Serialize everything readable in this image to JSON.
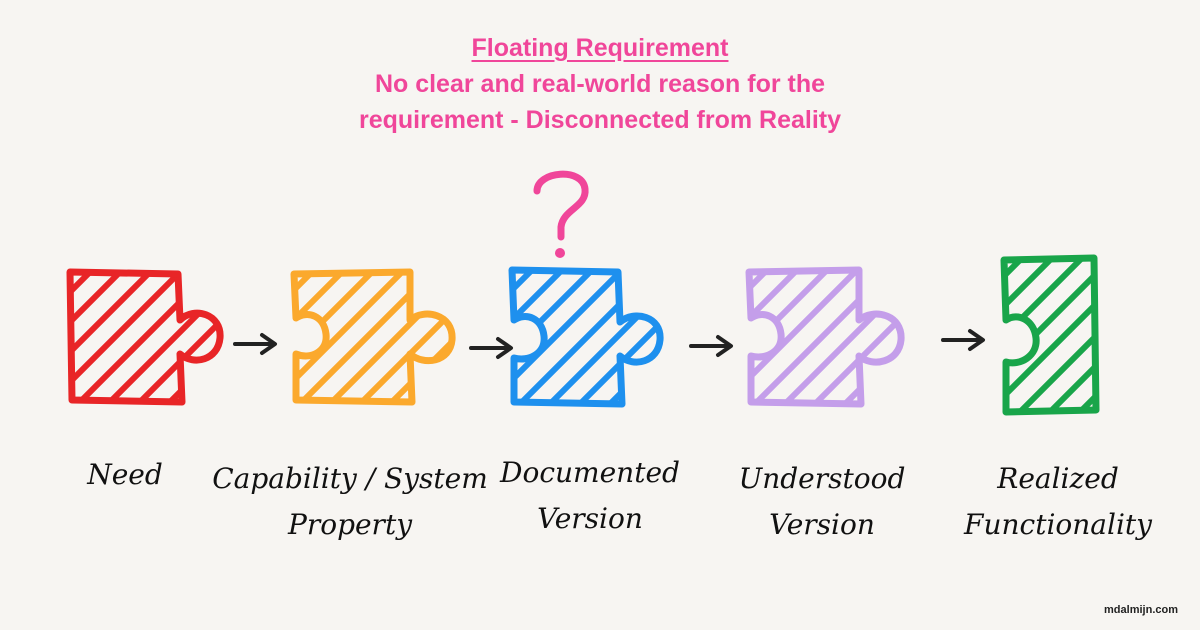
{
  "header": {
    "title": "Floating Requirement",
    "subtitle": "No clear and real-world reason for the\nrequirement - Disconnected from Reality"
  },
  "steps": [
    {
      "label": "Need",
      "color": "#e82527"
    },
    {
      "label": "Capability / System\nProperty",
      "color": "#fba92d"
    },
    {
      "label": "Documented\nVersion",
      "color": "#1e90ee"
    },
    {
      "label": "Understood\nVersion",
      "color": "#c49eea"
    },
    {
      "label": "Realized\nFunctionality",
      "color": "#19a54a"
    }
  ],
  "question_mark": {
    "text": "?",
    "color": "#f0469a"
  },
  "credit": "mdalmijn.com"
}
